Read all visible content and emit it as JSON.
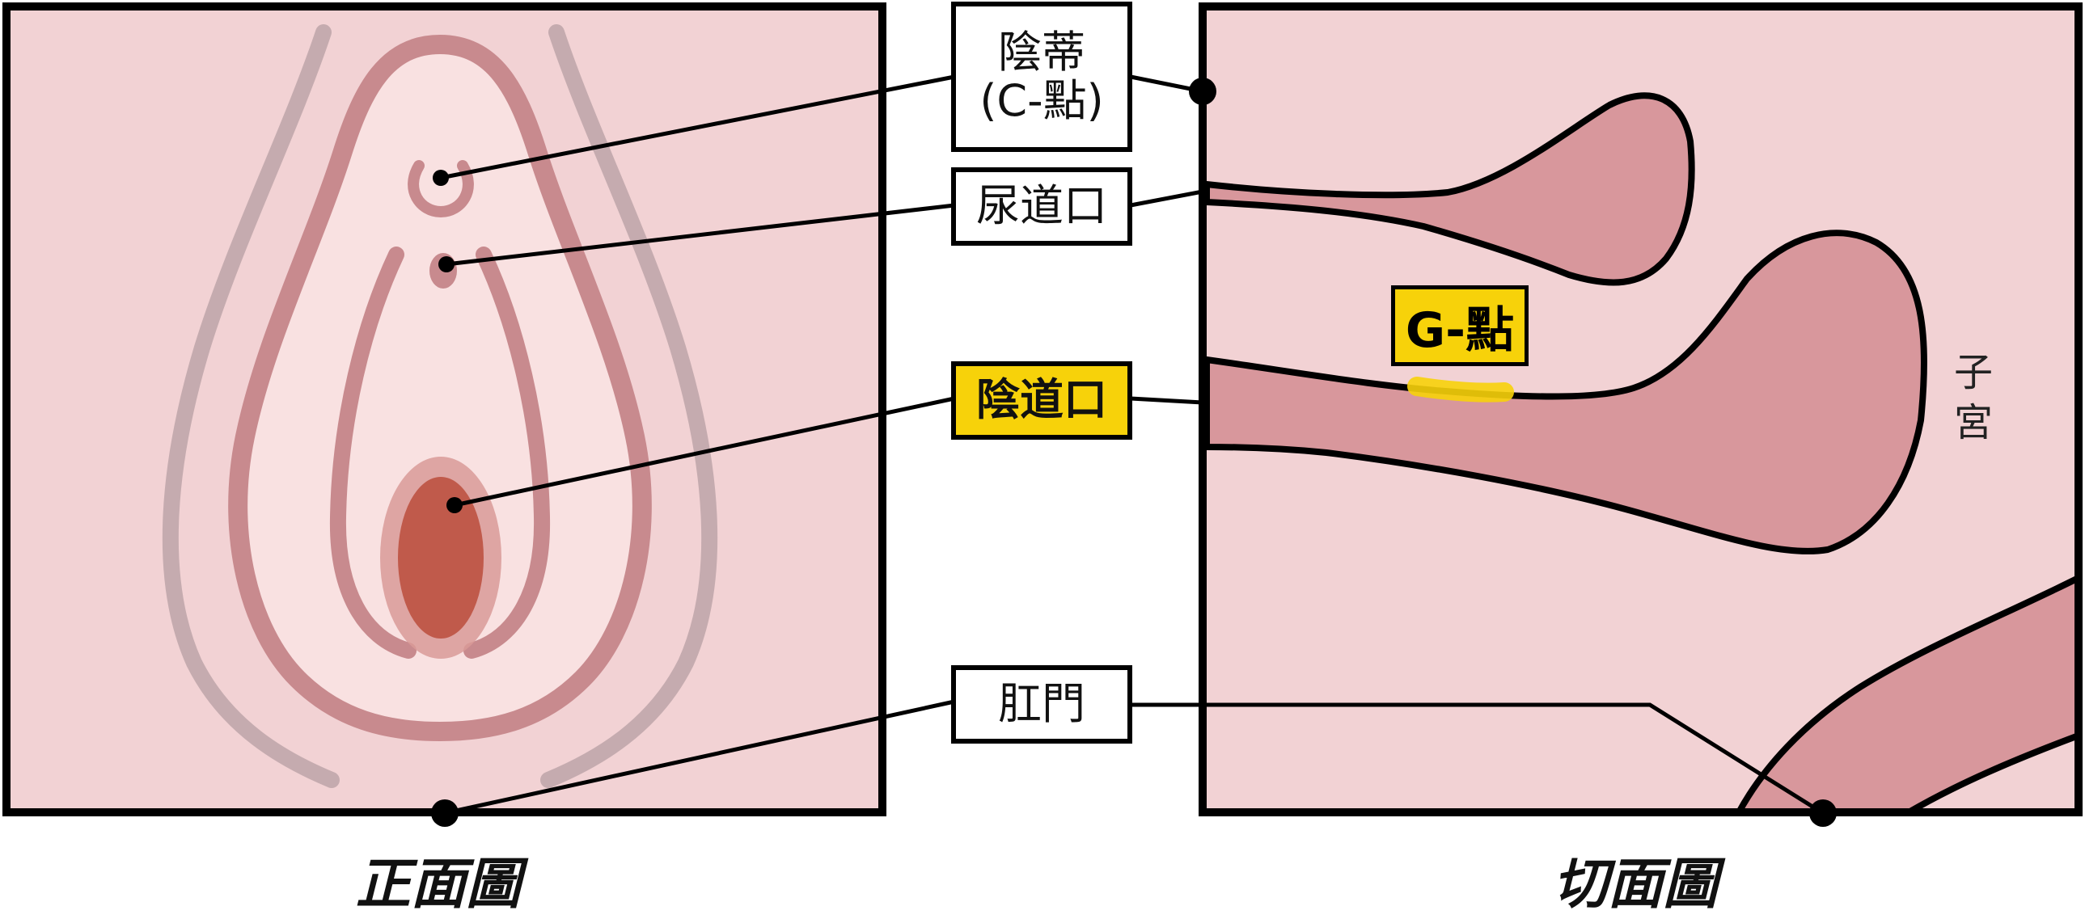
{
  "labels": {
    "clitoris": [
      "陰蒂",
      "(C-點)"
    ],
    "urethra": "尿道口",
    "vagina": "陰道口",
    "anus": "肛門"
  },
  "gspot": "G-點",
  "uterus": [
    "子",
    "宮"
  ],
  "captions": {
    "front": "正面圖",
    "section": "切面圖"
  },
  "colors": {
    "panel_bg": "#f2d2d4",
    "labia_outer": "#c88a8e",
    "labia_fill": "#f9e1e1",
    "vaginal_opening": "#c05a4b",
    "organ": "#d8979c",
    "highlight": "#f7d20a"
  }
}
